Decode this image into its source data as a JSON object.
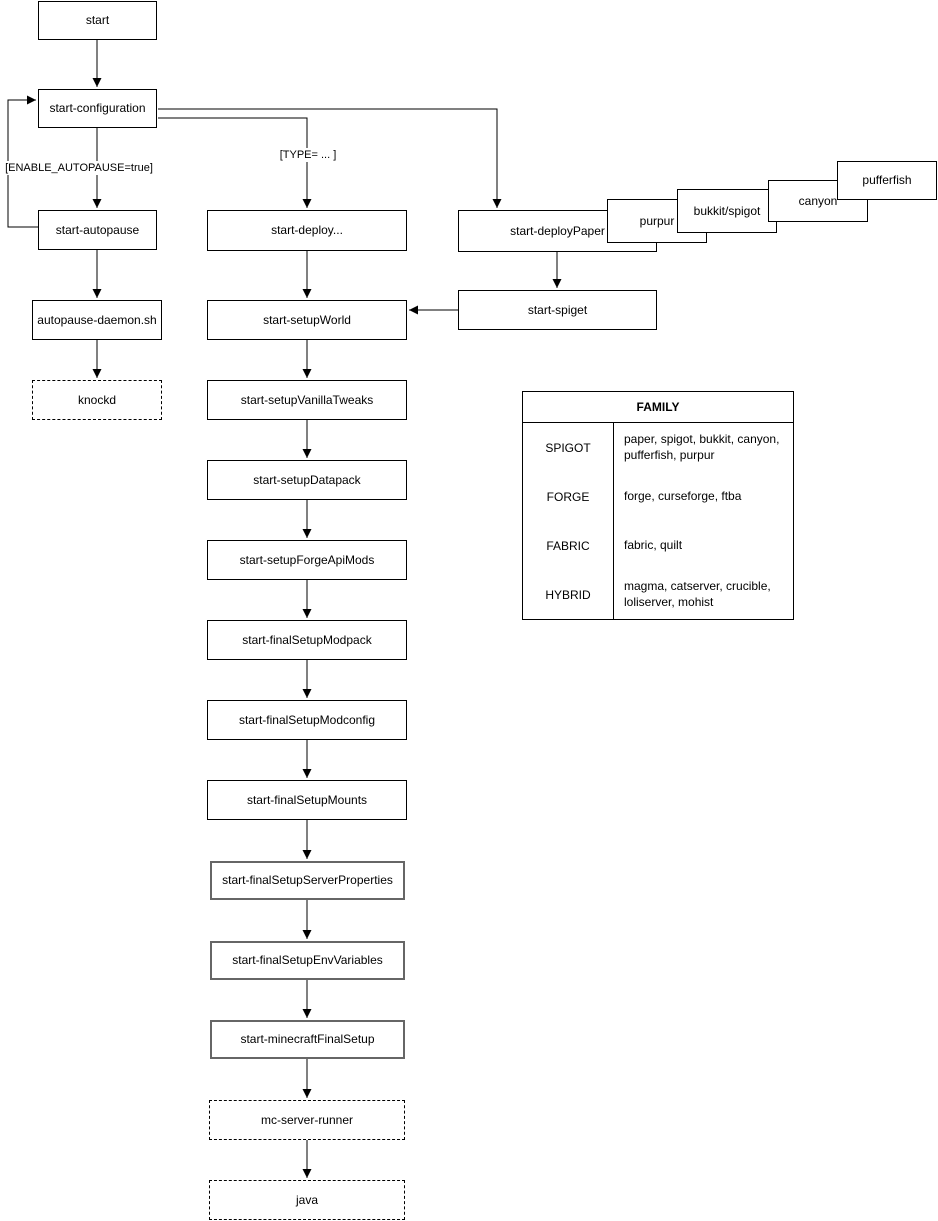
{
  "diagram": {
    "nodes": {
      "start": "start",
      "start_configuration": "start-configuration",
      "start_autopause": "start-autopause",
      "autopause_daemon": "autopause-daemon.sh",
      "knockd": "knockd",
      "start_deploy": "start-deploy...",
      "start_setup_world": "start-setupWorld",
      "start_setup_vanilla_tweaks": "start-setupVanillaTweaks",
      "start_setup_datapack": "start-setupDatapack",
      "start_setup_forge_api_mods": "start-setupForgeApiMods",
      "start_final_setup_modpack": "start-finalSetupModpack",
      "start_final_setup_modconfig": "start-finalSetupModconfig",
      "start_final_setup_mounts": "start-finalSetupMounts",
      "start_final_setup_server_properties": "start-finalSetupServerProperties",
      "start_final_setup_env_variables": "start-finalSetupEnvVariables",
      "start_minecraft_final_setup": "start-minecraftFinalSetup",
      "mc_server_runner": "mc-server-runner",
      "java": "java",
      "start_deploy_paper": "start-deployPaper",
      "purpur": "purpur",
      "bukkit_spigot": "bukkit/spigot",
      "canyon": "canyon",
      "pufferfish": "pufferfish",
      "start_spiget": "start-spiget"
    },
    "edge_labels": {
      "enable_autopause": "[ENABLE_AUTOPAUSE=true]",
      "type": "[TYPE= ... ]"
    },
    "family_table": {
      "title": "FAMILY",
      "rows": [
        {
          "family": "SPIGOT",
          "members": "paper, spigot, bukkit, canyon, pufferfish, purpur"
        },
        {
          "family": "FORGE",
          "members": "forge, curseforge, ftba"
        },
        {
          "family": "FABRIC",
          "members": "fabric, quilt"
        },
        {
          "family": "HYBRID",
          "members": "magma, catserver, crucible, loliserver, mohist"
        }
      ]
    },
    "colors": {
      "line": "#000000",
      "box_border": "#000000",
      "box_fill": "#ffffff",
      "muted_border": "#666666",
      "text": "#000000",
      "background": "#ffffff"
    }
  }
}
